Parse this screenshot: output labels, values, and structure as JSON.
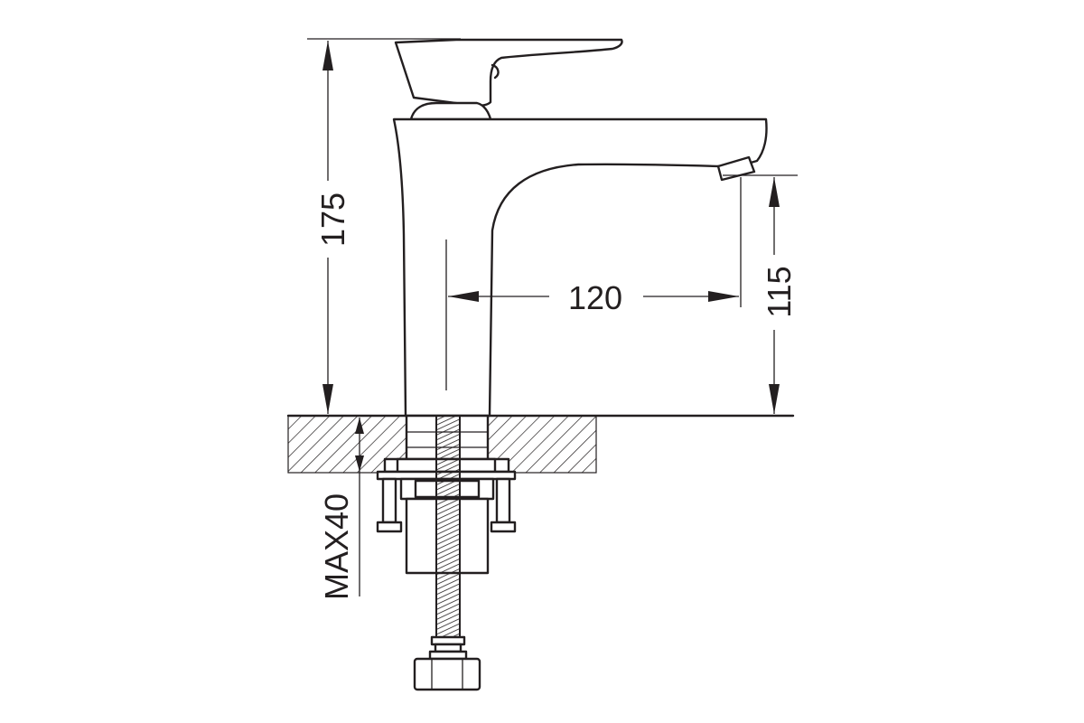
{
  "dimensions": {
    "height_total": "175",
    "spout_reach": "120",
    "spout_height": "115",
    "max_counter_thickness": "MAX40"
  },
  "colors": {
    "ink": "#231f20",
    "background": "#ffffff"
  }
}
